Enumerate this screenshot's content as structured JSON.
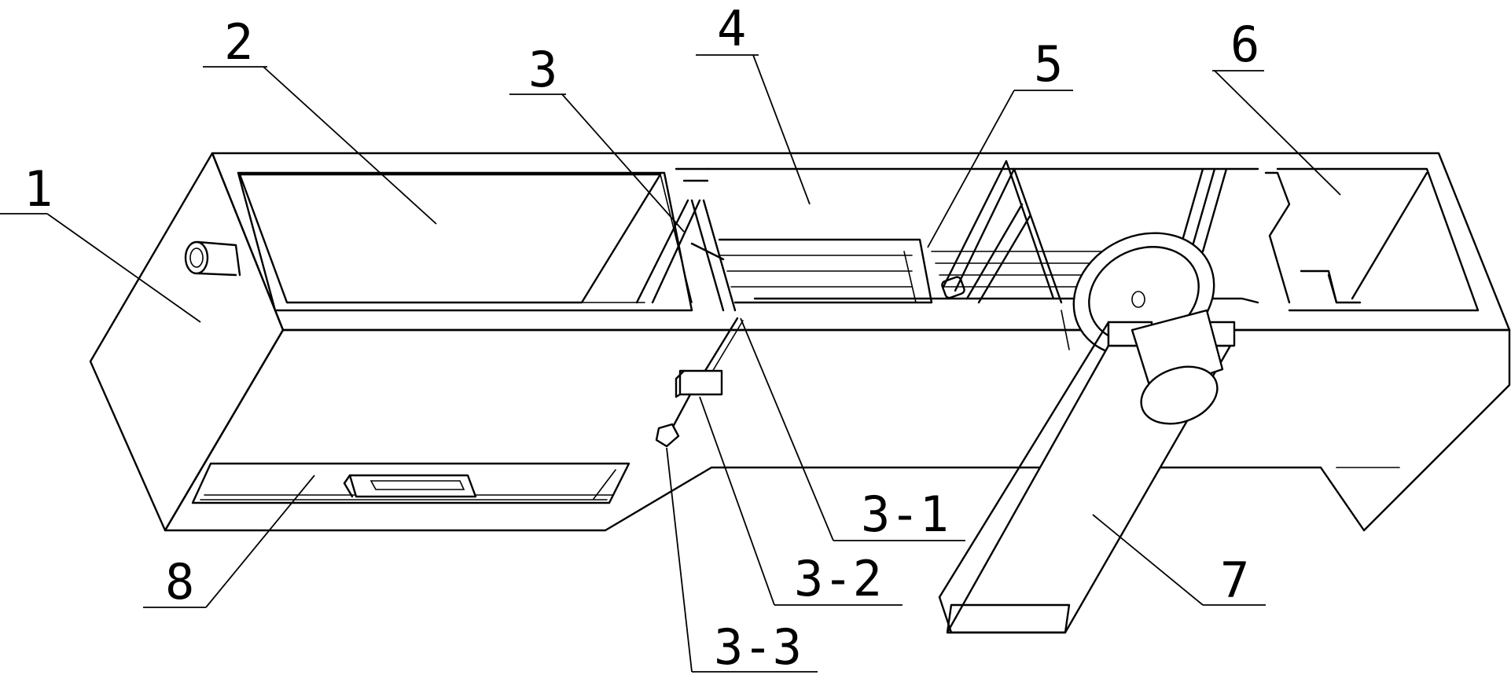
{
  "labels": {
    "l1": "1",
    "l2": "2",
    "l3": "3",
    "l4": "4",
    "l5": "5",
    "l6": "6",
    "l7": "7",
    "l8": "8",
    "l3_1": "3-1",
    "l3_2": "3-2",
    "l3_3": "3-3"
  }
}
